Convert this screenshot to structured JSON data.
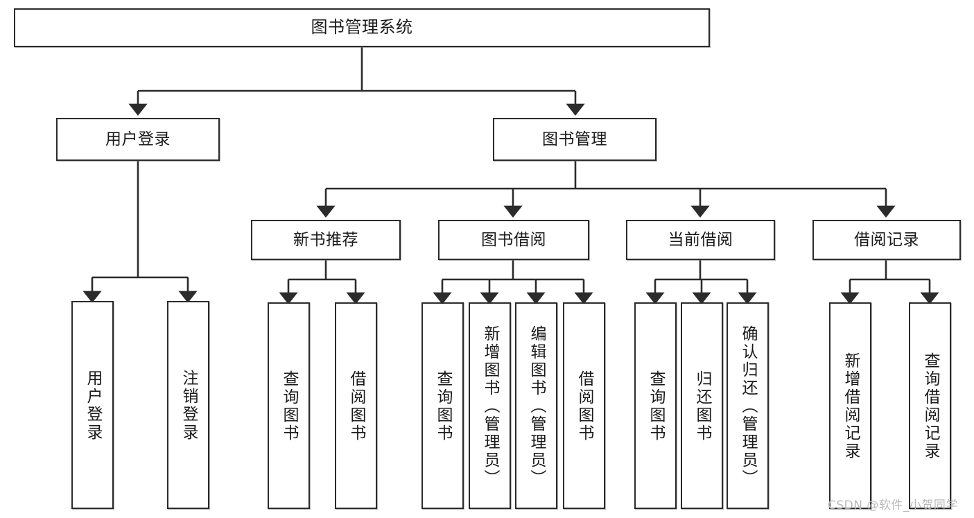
{
  "diagram": {
    "type": "tree-hierarchy-chart",
    "title": "图书管理系统",
    "orientation": "top-down",
    "colors": {
      "box_border": "#2b2b2b",
      "box_fill": "#ffffff",
      "connector": "#2b2b2b",
      "text": "#1a1a1a",
      "watermark": "#b9b9b9"
    }
  },
  "nodes": {
    "root": {
      "label": "图书管理系统"
    },
    "level2": [
      {
        "label": "用户登录"
      },
      {
        "label": "图书管理"
      }
    ],
    "level3": [
      {
        "label": "新书推荐"
      },
      {
        "label": "图书借阅"
      },
      {
        "label": "当前借阅"
      },
      {
        "label": "借阅记录"
      }
    ],
    "leaves": {
      "user_login": [
        {
          "label": "用户登录"
        },
        {
          "label": "注销登录"
        }
      ],
      "new_book_recommend": [
        {
          "label": "查询图书"
        },
        {
          "label": "借阅图书"
        }
      ],
      "book_borrow": [
        {
          "label": "查询图书"
        },
        {
          "label": "新增图书（管理员）"
        },
        {
          "label": "编辑图书（管理员）"
        },
        {
          "label": "借阅图书"
        }
      ],
      "current_borrow": [
        {
          "label": "查询图书"
        },
        {
          "label": "归还图书"
        },
        {
          "label": "确认归还（管理员）"
        }
      ],
      "borrow_record": [
        {
          "label": "新增借阅记录"
        },
        {
          "label": "查询借阅记录"
        }
      ]
    }
  },
  "watermark": {
    "text": "CSDN @软件_小贺同学"
  }
}
